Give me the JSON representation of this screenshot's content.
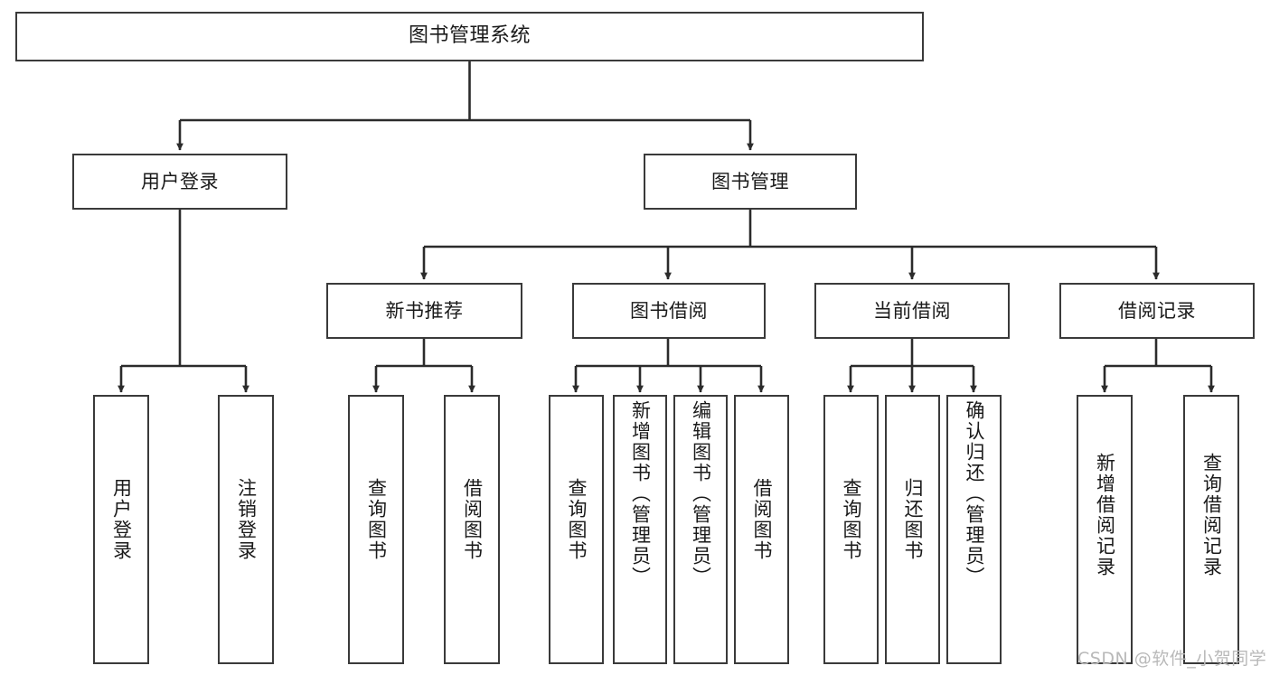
{
  "diagram": {
    "title": "图书管理系统",
    "type": "tree-hierarchy",
    "orientation": "top-down",
    "colors": {
      "box_border": "#3a3a3a",
      "box_fill": "#ffffff",
      "edge": "#2b2b2b",
      "text": "#1a1a1a",
      "watermark": "#b9b9b9",
      "background": "#ffffff"
    }
  },
  "nodes": {
    "root": {
      "label": "图书管理系统"
    },
    "level2": [
      {
        "label": "用户登录"
      },
      {
        "label": "图书管理"
      }
    ],
    "level3": [
      {
        "label": "新书推荐"
      },
      {
        "label": "图书借阅"
      },
      {
        "label": "当前借阅"
      },
      {
        "label": "借阅记录"
      }
    ],
    "leaves": {
      "user_login": [
        {
          "label": "用户登录"
        },
        {
          "label": "注销登录"
        }
      ],
      "new_book_recommend": [
        {
          "label": "查询图书"
        },
        {
          "label": "借阅图书"
        }
      ],
      "book_borrow": [
        {
          "label": "查询图书"
        },
        {
          "label": "新增图书（管理员）"
        },
        {
          "label": "编辑图书（管理员）"
        },
        {
          "label": "借阅图书"
        }
      ],
      "current_borrow": [
        {
          "label": "查询图书"
        },
        {
          "label": "归还图书"
        },
        {
          "label": "确认归还（管理员）"
        }
      ],
      "borrow_record": [
        {
          "label": "新增借阅记录"
        },
        {
          "label": "查询借阅记录"
        }
      ]
    }
  },
  "watermark": {
    "text": "CSDN @软件_小贺同学"
  }
}
